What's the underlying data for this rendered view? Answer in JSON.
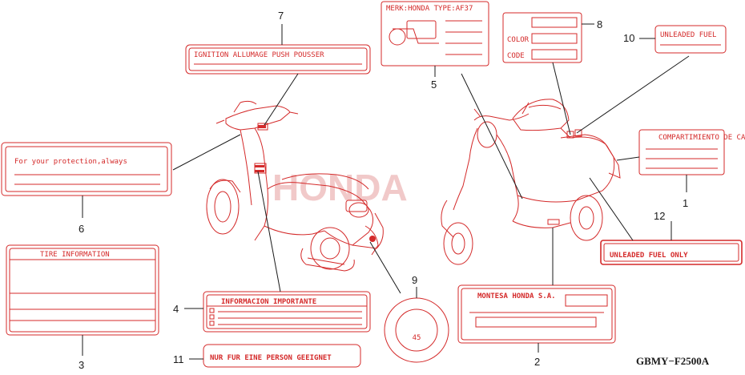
{
  "diagram": {
    "watermark": "HONDA",
    "figure_code": "GBMY−F2500A",
    "labels": {
      "l7": "IGNITION  ALLUMAGE   PUSH   POUSSER",
      "l5": "MERK:HONDA TYPE:AF37",
      "l8_color": "COLOR",
      "l8_code": "CODE",
      "l10": "UNLEADED FUEL",
      "l6": "For your protection,always",
      "l1": "COMPARTIMIENTO DE CARGA",
      "l12": "UNLEADED FUEL ONLY",
      "l3": "TIRE INFORMATION",
      "l4": "INFORMACION IMPORTANTE",
      "l9": "45",
      "l2": "MONTESA HONDA S.A.",
      "l11": "NUR FUR EINE PERSON GEEIGNET"
    },
    "callouts": {
      "n1": "1",
      "n2": "2",
      "n3": "3",
      "n4": "4",
      "n5": "5",
      "n6": "6",
      "n7": "7",
      "n8": "8",
      "n9": "9",
      "n10": "10",
      "n11": "11",
      "n12": "12"
    }
  }
}
